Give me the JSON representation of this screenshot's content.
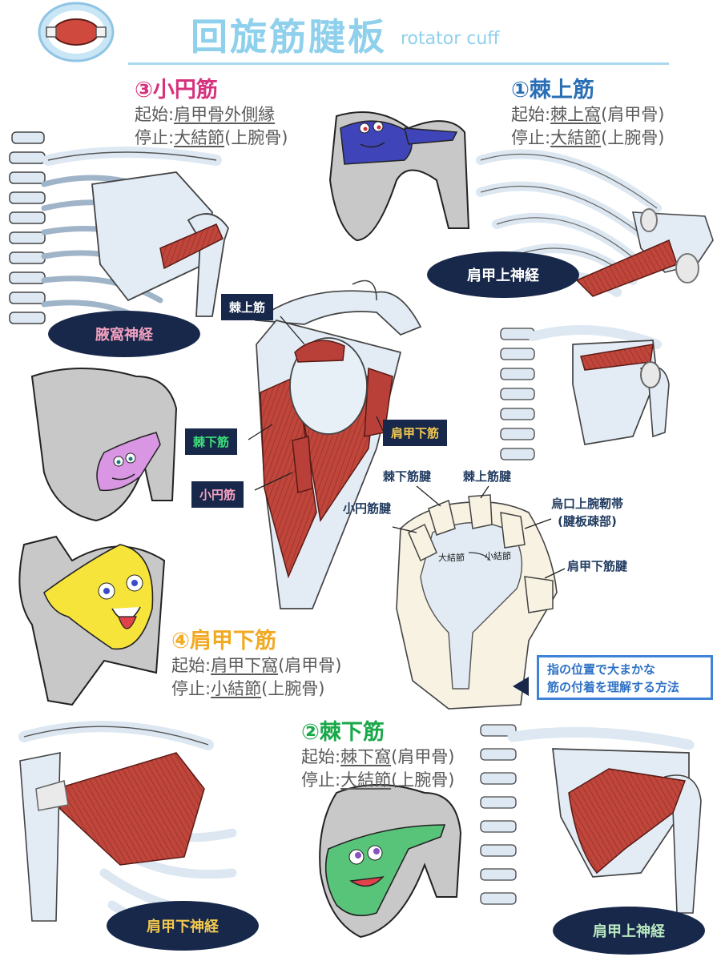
{
  "header": {
    "title": "回旋筋腱板",
    "subtitle": "rotator cuff"
  },
  "muscles": {
    "teres_minor": {
      "name": "③小円筋",
      "origin_prefix": "起始:",
      "origin": "肩甲骨外側縁",
      "insertion_prefix": "停止:",
      "insertion": "大結節",
      "insertion_suffix": "(上腕骨)"
    },
    "supraspinatus": {
      "name": "①棘上筋",
      "origin_prefix": "起始:",
      "origin": "棘上窩",
      "origin_suffix": "(肩甲骨)",
      "insertion_prefix": "停止:",
      "insertion": "大結節",
      "insertion_suffix": "(上腕骨)"
    },
    "subscapularis": {
      "name": "④肩甲下筋",
      "origin_prefix": "起始:",
      "origin": "肩甲下窩",
      "origin_suffix": "(肩甲骨)",
      "insertion_prefix": "停止:",
      "insertion": "小結節",
      "insertion_suffix": "(上腕骨)"
    },
    "infraspinatus": {
      "name": "②棘下筋",
      "origin_prefix": "起始:",
      "origin": "棘下窩",
      "origin_suffix": "(肩甲骨)",
      "insertion_prefix": "停止:",
      "insertion": "大結節",
      "insertion_suffix": "(上腕骨)"
    }
  },
  "nerves": {
    "axillary": "腋窩神経",
    "suprascapular_top": "肩甲上神経",
    "subscapular": "肩甲下神経",
    "suprascapular_bottom": "肩甲上神経"
  },
  "center_labels": {
    "supraspinatus": "棘上筋",
    "infraspinatus": "棘下筋",
    "subscapularis": "肩甲下筋",
    "teres_minor": "小円筋"
  },
  "tendon_labels": {
    "infraspinatus_tendon": "棘下筋腱",
    "supraspinatus_tendon": "棘上筋腱",
    "teres_minor_tendon": "小円筋腱",
    "coracohumeral_ligament": "烏口上腕靭帯",
    "rotator_interval": "(腱板疎部)",
    "subscapularis_tendon": "肩甲下筋腱",
    "greater_tubercle": "大結節",
    "lesser_tubercle": "小結節"
  },
  "note": {
    "line1": "指の位置で大まかな",
    "line2": "筋の付着を理解する方法"
  },
  "colors": {
    "muscle_red": "#c0463c",
    "bone_blue": "#dfe9f3",
    "navy": "#17284a",
    "nerve_text": "#f4c94e",
    "pink": "#d6317d",
    "blue_title": "#2a6fb5",
    "green": "#19a84a",
    "orange": "#f2a922",
    "yellow_face": "#f7e43a",
    "green_face": "#58c47a",
    "purple_face": "#d896e3",
    "blue_face": "#3f45b8",
    "header": "#8fd0ec",
    "note_border": "#3e83d8"
  }
}
